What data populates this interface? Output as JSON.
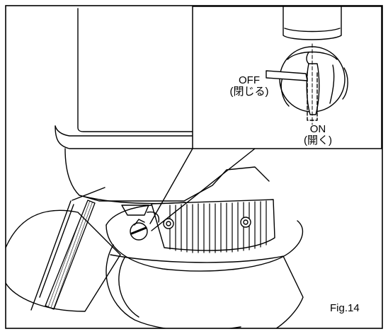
{
  "labels": {
    "off": "OFF",
    "off_jp": "(閉じる)",
    "on": "ON",
    "on_jp": "(開く)",
    "figure": "Fig.14"
  },
  "colors": {
    "line": "#000000",
    "background": "#ffffff"
  }
}
